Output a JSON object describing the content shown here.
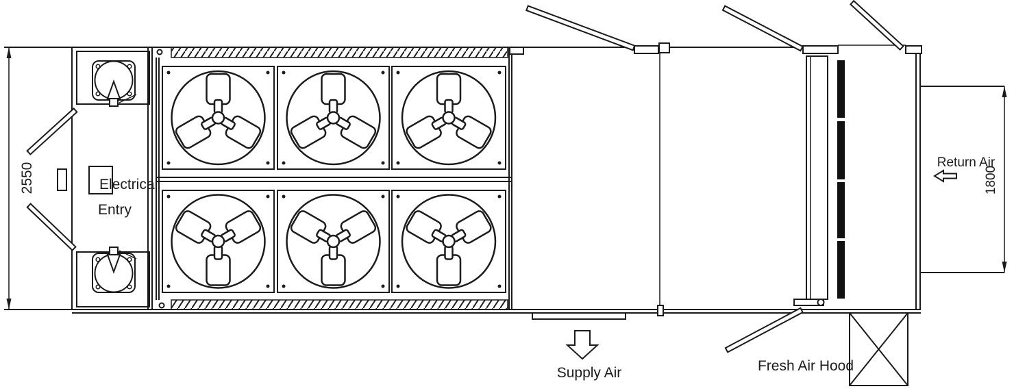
{
  "labels": {
    "dim_height": "2550",
    "electrical_entry": {
      "line1": "Electrical",
      "line2": "Entry"
    },
    "supply_air": "Supply Air",
    "return_air": "Return Air",
    "return_dim": "1800",
    "fresh_air_hood": "Fresh Air Hood"
  },
  "colors": {
    "line": "#1b1b1b",
    "background": "#ffffff",
    "filter_bar": "#111111"
  },
  "components": {
    "condenser_fans": 6,
    "compressors": 2,
    "open_access_doors": 6,
    "hatched_louvre_strips": 2,
    "filter_segments": 4
  }
}
